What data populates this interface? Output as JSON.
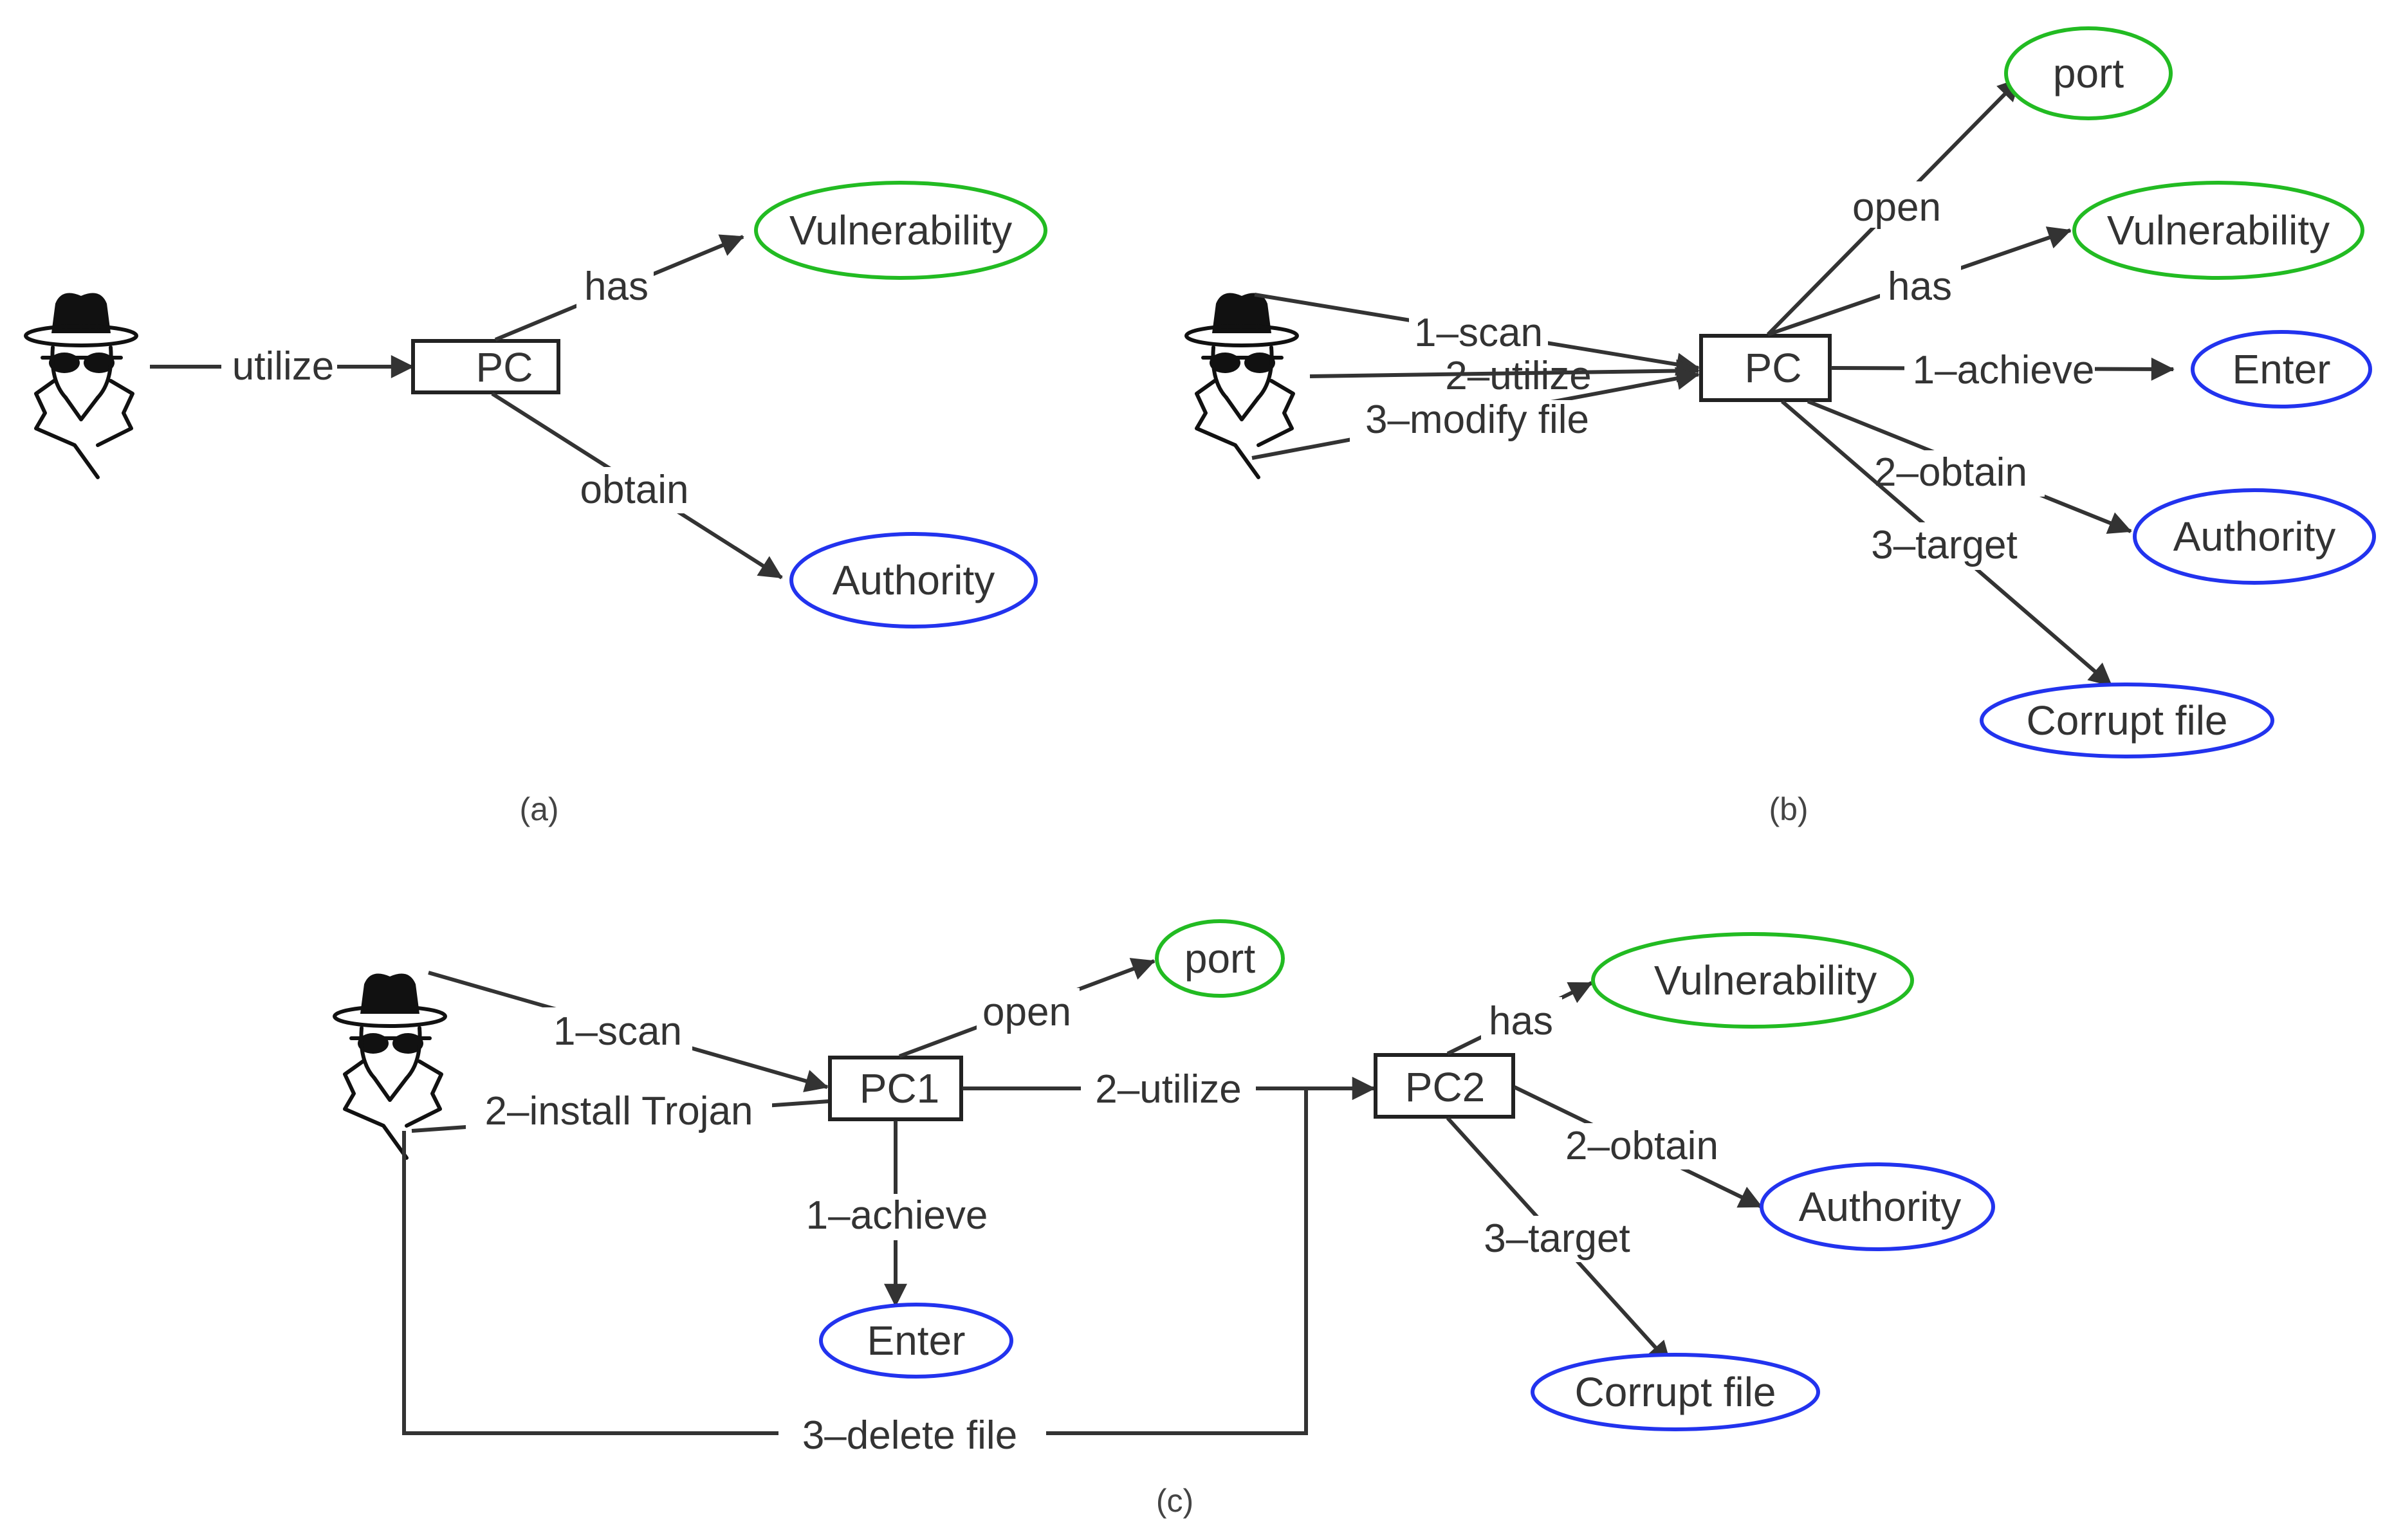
{
  "colors": {
    "edge": "#333333",
    "green": "#22bb22",
    "blue": "#2233ee"
  },
  "icons": {
    "attacker": "spy-hat-sunglasses-icon"
  },
  "panel_a": {
    "caption": "(a)",
    "nodes": {
      "pc": "PC",
      "vulnerability": "Vulnerability",
      "authority": "Authority"
    },
    "edges": {
      "utilize": "utilize",
      "has": "has",
      "obtain": "obtain"
    }
  },
  "panel_b": {
    "caption": "(b)",
    "nodes": {
      "pc": "PC",
      "port": "port",
      "vulnerability": "Vulnerability",
      "enter": "Enter",
      "authority": "Authority",
      "corrupt": "Corrupt file"
    },
    "edges": {
      "scan": "1–scan",
      "utilize": "2–utilize",
      "modify": "3–modify file",
      "open": "open",
      "has": "has",
      "achieve": "1–achieve",
      "obtain": "2–obtain",
      "target": "3–target"
    }
  },
  "panel_c": {
    "caption": "(c)",
    "nodes": {
      "pc1": "PC1",
      "pc2": "PC2",
      "port": "port",
      "enter": "Enter",
      "vulnerability": "Vulnerability",
      "authority": "Authority",
      "corrupt": "Corrupt file"
    },
    "edges": {
      "scan": "1–scan",
      "install": "2–install Trojan",
      "open": "open",
      "utilize": "2–utilize",
      "achieve": "1–achieve",
      "delete": "3–delete file",
      "has": "has",
      "obtain": "2–obtain",
      "target": "3–target"
    }
  }
}
